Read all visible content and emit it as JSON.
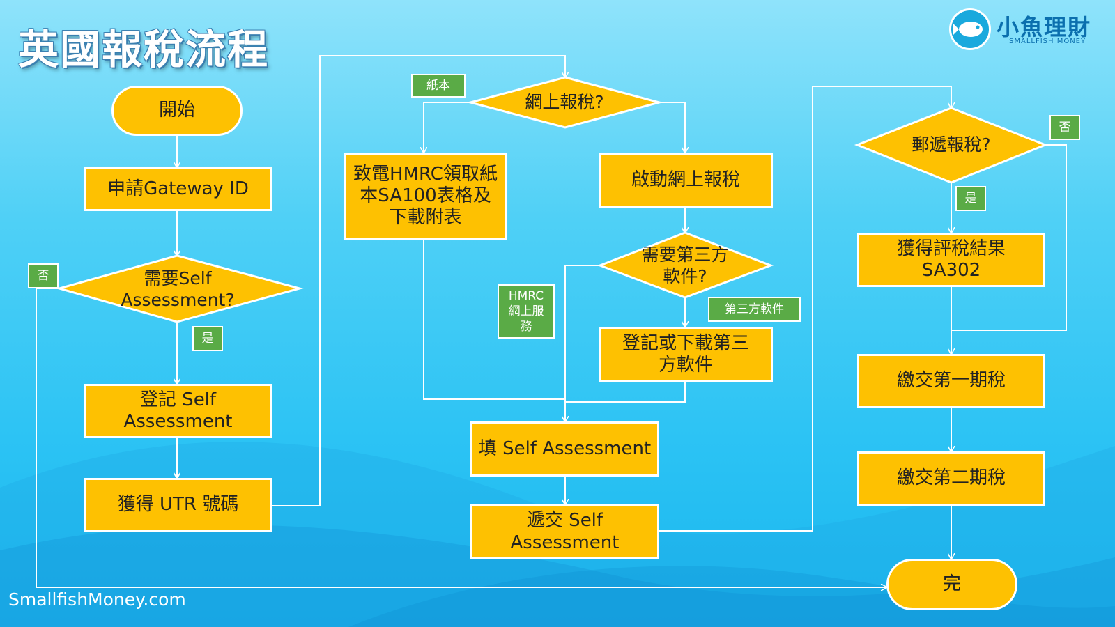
{
  "title": "英國報稅流程",
  "footer": "SmallfishMoney.com",
  "logo": {
    "name_cn": "小魚理財",
    "name_en": "SMALLFISH MONEY"
  },
  "nodes": {
    "start": "開始",
    "gateway": "申請Gateway ID",
    "need_sa": "需要Self Assessment?",
    "register_sa": "登記 Self Assessment",
    "utr": "獲得 UTR 號碼",
    "online_q": "網上報稅?",
    "paper_form": "致電HMRC領取紙本SA100表格及下載附表",
    "start_online": "啟動網上報稅",
    "third_party_q": "需要第三方軟件?",
    "register_third": "登記或下載第三方軟件",
    "fill_sa": "填 Self Assessment",
    "submit_sa": "遞交 Self Assessment",
    "post_q": "郵遞報稅?",
    "sa302": "獲得評稅結果SA302",
    "pay1": "繳交第一期稅",
    "pay2": "繳交第二期稅",
    "end": "完"
  },
  "labels": {
    "no_sa": "否",
    "yes_sa": "是",
    "paper": "紙本",
    "hmrc_online": "HMRC網上服務",
    "third_party": "第三方軟件",
    "no_post": "否",
    "yes_post": "是"
  }
}
